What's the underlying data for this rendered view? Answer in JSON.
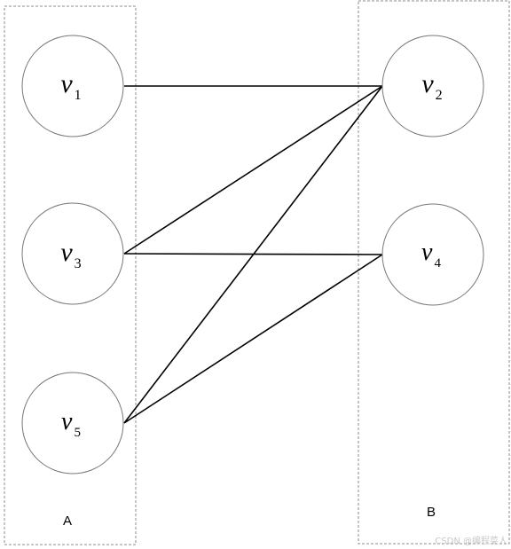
{
  "groups": {
    "left_label": "A",
    "right_label": "B"
  },
  "nodes": [
    {
      "id": "v1",
      "base": "v",
      "sub": "1",
      "group": "A"
    },
    {
      "id": "v3",
      "base": "v",
      "sub": "3",
      "group": "A"
    },
    {
      "id": "v5",
      "base": "v",
      "sub": "5",
      "group": "A"
    },
    {
      "id": "v2",
      "base": "v",
      "sub": "2",
      "group": "B"
    },
    {
      "id": "v4",
      "base": "v",
      "sub": "4",
      "group": "B"
    }
  ],
  "edges": [
    [
      "v1",
      "v2"
    ],
    [
      "v3",
      "v2"
    ],
    [
      "v3",
      "v4"
    ],
    [
      "v5",
      "v2"
    ],
    [
      "v5",
      "v4"
    ]
  ],
  "watermark": "CSDN @编程菜人"
}
